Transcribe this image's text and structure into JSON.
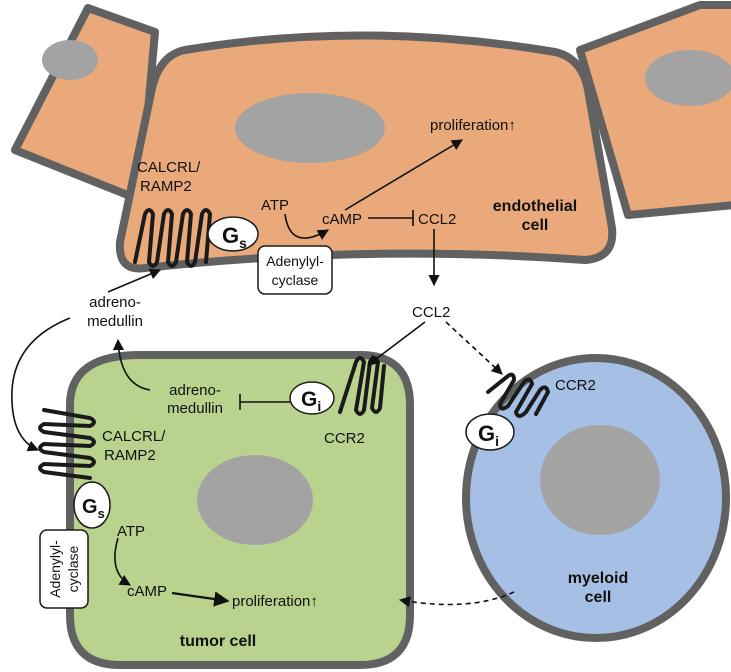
{
  "colors": {
    "endothelial_fill": "#e9a97a",
    "tumor_fill": "#b9d38f",
    "myeloid_fill": "#a6bfe4",
    "nucleus_fill": "#a3a3a3",
    "membrane": "#616161"
  },
  "endothelial": {
    "cell_label_1": "endothelial",
    "cell_label_2": "cell",
    "receptor_label_1": "CALCRL/",
    "receptor_label_2": "RAMP2",
    "g_protein": "G",
    "g_protein_sub": "s",
    "enzyme_line_1": "Adenylyl-",
    "enzyme_line_2": "cyclase",
    "atp": "ATP",
    "camp": "cAMP",
    "ccl2": "CCL2",
    "proliferation": "proliferation↑"
  },
  "secreted": {
    "ccl2": "CCL2",
    "adrenomedullin_1": "adreno-",
    "adrenomedullin_2": "medullin"
  },
  "tumor": {
    "cell_label": "tumor cell",
    "adrenomedullin_1": "adreno-",
    "adrenomedullin_2": "medullin",
    "g_protein_i": "G",
    "g_protein_i_sub": "i",
    "ccr2": "CCR2",
    "receptor_label_1": "CALCRL/",
    "receptor_label_2": "RAMP2",
    "g_protein_s": "G",
    "g_protein_s_sub": "s",
    "enzyme_line_1": "Adenylyl-",
    "enzyme_line_2": "cyclase",
    "atp": "ATP",
    "camp": "cAMP",
    "proliferation": "proliferation↑"
  },
  "myeloid": {
    "cell_label_1": "myeloid",
    "cell_label_2": "cell",
    "ccr2": "CCR2",
    "g_protein": "G",
    "g_protein_sub": "i"
  }
}
